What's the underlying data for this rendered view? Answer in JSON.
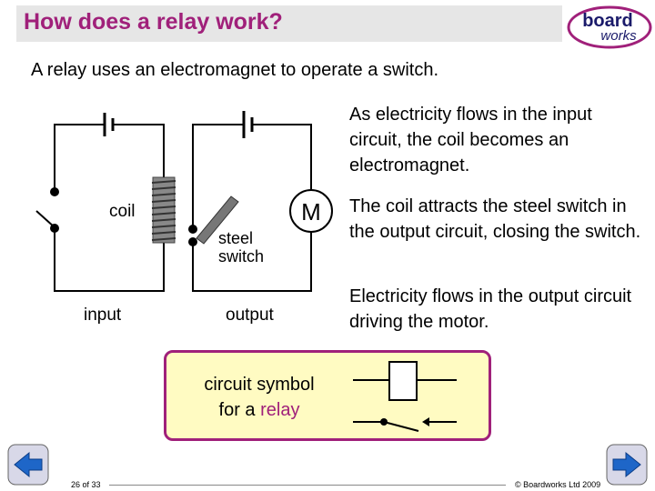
{
  "header": {
    "title": "How does a relay work?",
    "logo_top": "board",
    "logo_bottom": "works"
  },
  "intro": "A relay uses an electromagnet to operate a switch.",
  "diagram": {
    "coil_label": "coil",
    "steel_label_1": "steel",
    "steel_label_2": "switch",
    "motor_label": "M",
    "input_label": "input",
    "output_label": "output"
  },
  "paragraphs": {
    "p1": "As electricity flows in the input circuit, the coil becomes an electromagnet.",
    "p2": "The coil attracts the steel switch in the output circuit, closing the switch.",
    "p3": "Electricity flows in the output circuit driving the motor."
  },
  "symbol_box": {
    "line1": "circuit symbol",
    "line2_prefix": "for a ",
    "line2_highlight": "relay"
  },
  "footer": {
    "page": "26 of 33",
    "copyright": "© Boardworks Ltd 2009"
  },
  "nav": {
    "back_icon": "back-arrow-icon",
    "forward_icon": "forward-arrow-icon"
  },
  "colors": {
    "accent": "#a0207a",
    "box_fill": "#fffbc2"
  }
}
